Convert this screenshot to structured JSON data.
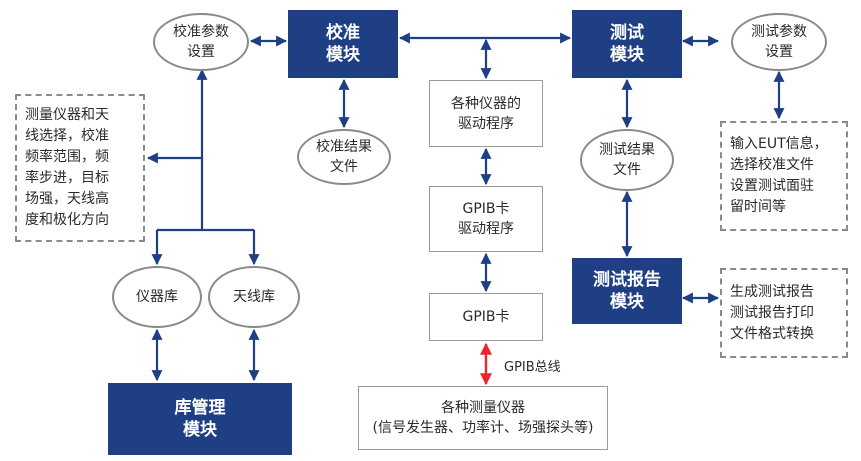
{
  "colors": {
    "module_fill": "#1f3f85",
    "arrow": "#1f3f85",
    "bus_arrow": "#e8262c",
    "ellipse_border": "#8a8a8a",
    "dashed_border": "#8a8a8a"
  },
  "nodes": {
    "calib_params": [
      "校准参数",
      "设置"
    ],
    "calib_module": [
      "校准",
      "模块"
    ],
    "test_module": [
      "测试",
      "模块"
    ],
    "test_params": [
      "测试参数",
      "设置"
    ],
    "instrument_drivers": [
      "各种仪器的",
      "驱动程序"
    ],
    "calib_result": [
      "校准结果",
      "文件"
    ],
    "test_result": [
      "测试结果",
      "文件"
    ],
    "gpib_driver": [
      "GPIB卡",
      "驱动程序"
    ],
    "gpib_card": [
      "GPIB卡"
    ],
    "test_report": [
      "测试报告",
      "模块"
    ],
    "instrument_lib": [
      "仪器库"
    ],
    "antenna_lib": [
      "天线库"
    ],
    "library_module": [
      "库管理",
      "模块"
    ],
    "measurement_instruments": [
      "各种测量仪器",
      "(信号发生器、功率计、场强探头等)"
    ]
  },
  "notes": {
    "calib_note": [
      "测量仪器和天",
      "线选择，校准",
      "频率范围，频",
      "率步进，目标",
      "场强，天线高",
      "度和极化方向"
    ],
    "eut_note": [
      "输入EUT信息，",
      "选择校准文件",
      "设置测试面驻",
      "留时间等"
    ],
    "report_note": [
      "生成测试报告",
      "测试报告打印",
      "文件格式转换"
    ]
  },
  "labels": {
    "gpib_bus": "GPIB总线"
  }
}
